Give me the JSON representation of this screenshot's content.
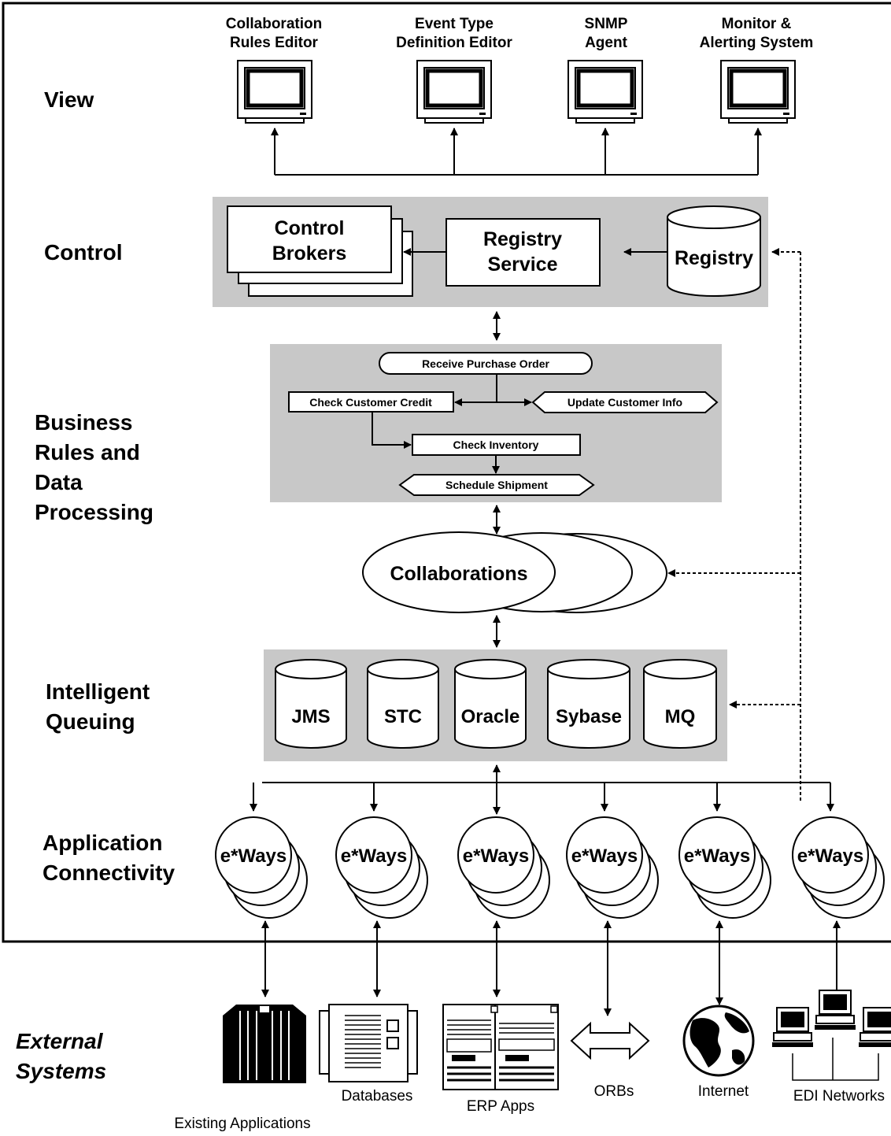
{
  "layers": {
    "view": "View",
    "control": "Control",
    "business": [
      "Business",
      "Rules and",
      "Data",
      "Processing"
    ],
    "queuing": [
      "Intelligent",
      "Queuing"
    ],
    "connectivity": [
      "Application",
      "Connectivity"
    ],
    "external": [
      "External",
      "Systems"
    ]
  },
  "monitors": [
    {
      "name": "collaboration-rules-editor",
      "label": [
        "Collaboration",
        "Rules Editor"
      ]
    },
    {
      "name": "event-type-definition-editor",
      "label": [
        "Event Type",
        "Definition Editor"
      ]
    },
    {
      "name": "snmp-agent",
      "label": [
        "SNMP",
        "Agent"
      ]
    },
    {
      "name": "monitor-alerting-system",
      "label": [
        "Monitor &",
        "Alerting System"
      ]
    }
  ],
  "control": {
    "brokers": [
      "Control",
      "Brokers"
    ],
    "registry_service": [
      "Registry",
      "Service"
    ],
    "registry": "Registry"
  },
  "process": {
    "receive": "Receive Purchase Order",
    "credit": "Check Customer Credit",
    "update": "Update Customer Info",
    "inventory": "Check Inventory",
    "shipment": "Schedule Shipment"
  },
  "collaborations": "Collaborations",
  "queues": [
    "JMS",
    "STC",
    "Oracle",
    "Sybase",
    "MQ"
  ],
  "eways": [
    "e*Ways",
    "e*Ways",
    "e*Ways",
    "e*Ways",
    "e*Ways",
    "e*Ways"
  ],
  "external": {
    "existing": "Existing Applications",
    "databases": "Databases",
    "erp": "ERP Apps",
    "orbs": "ORBs",
    "internet": "Internet",
    "edi": "EDI Networks"
  },
  "colors": {
    "panel": "#c8c8c8",
    "line": "#000000",
    "fill": "#ffffff"
  }
}
